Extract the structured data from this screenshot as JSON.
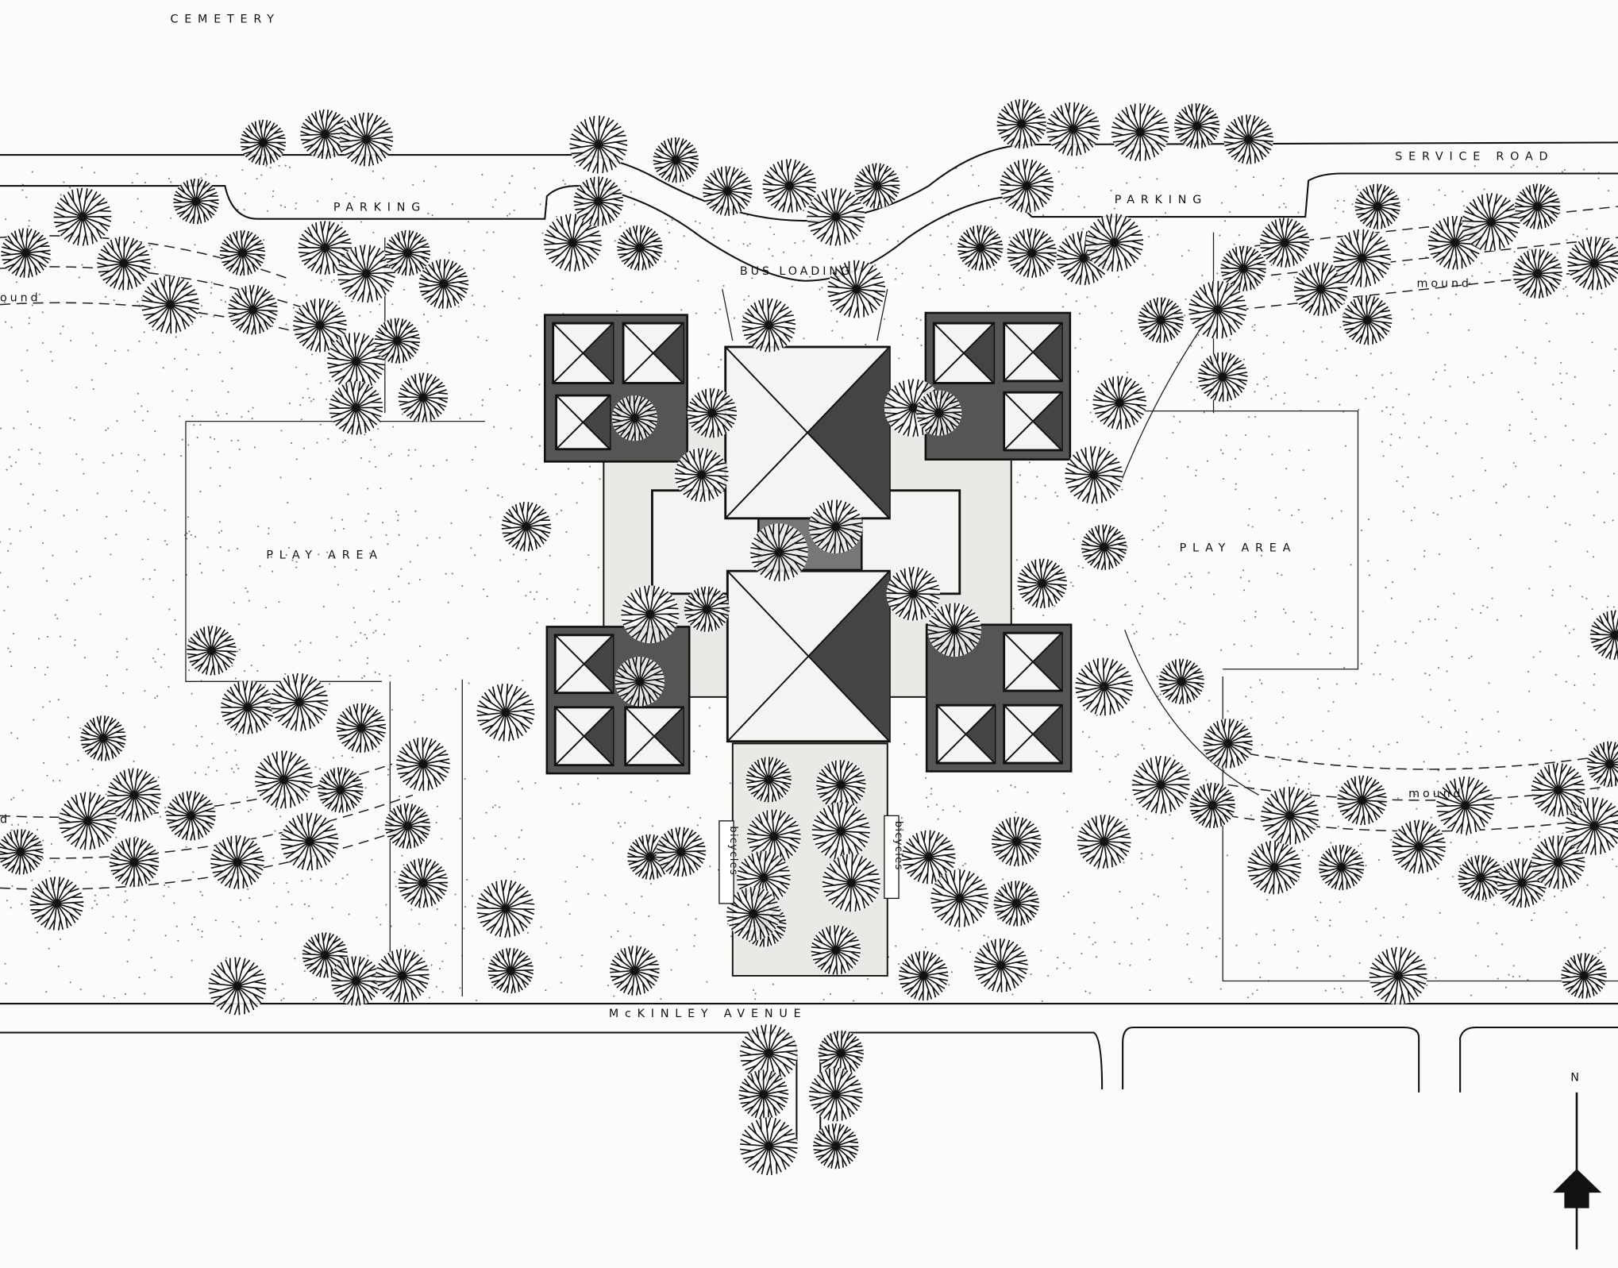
{
  "labels": {
    "cemetery": "CEMETERY",
    "parking_west": "PARKING",
    "parking_east": "PARKING",
    "service_road": "SERVICE ROAD",
    "bus_loading": "BUS LOADING",
    "mound_west": "ound",
    "mound_east_north": "mound",
    "mound_east_south": "mound",
    "mound_west_south": "d",
    "play_area_west": "PLAY AREA",
    "play_area_east": "PLAY AREA",
    "bicycles_west": "bicycles",
    "bicycles_east": "bicycles",
    "street": "McKINLEY AVENUE",
    "north": "N"
  },
  "colors": {
    "ink": "#111111",
    "paper": "#fbfbf9"
  },
  "icons": {
    "north_arrow": "north-arrow-icon",
    "tree": "tree-symbol"
  }
}
